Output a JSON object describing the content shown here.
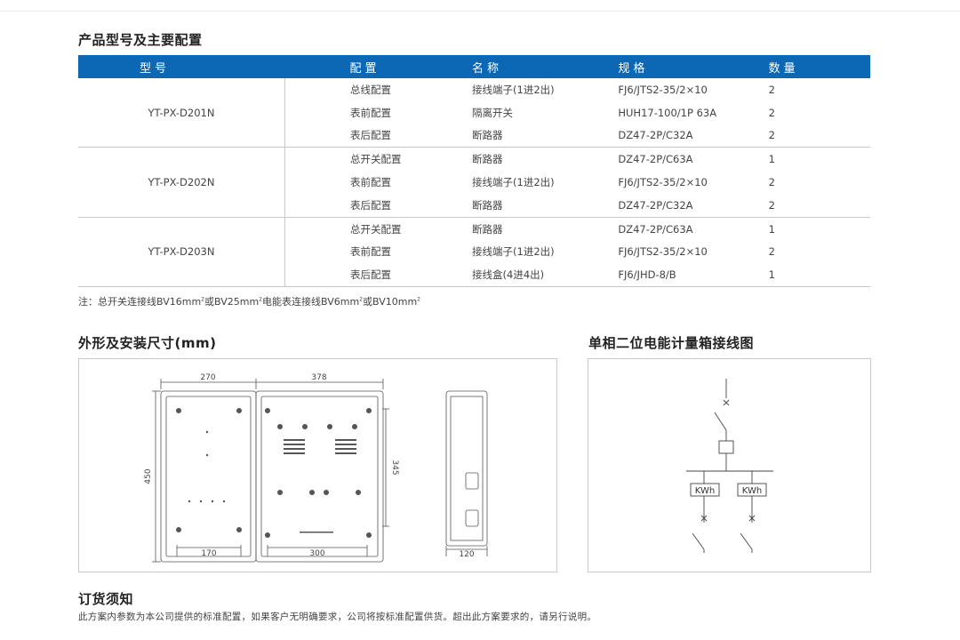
{
  "titles": {
    "product_config": "产品型号及主要配置",
    "dimensions": "外形及安装尺寸(mm)",
    "wiring": "单相二位电能计量箱接线图",
    "order": "订货须知"
  },
  "table": {
    "headers": [
      "型号",
      "配置",
      "名称",
      "规格",
      "数量"
    ],
    "groups": [
      {
        "model": "YT-PX-D201N",
        "rows": [
          {
            "config": "总线配置",
            "name": "接线端子(1进2出)",
            "spec": "FJ6/JTS2-35/2×10",
            "qty": "2"
          },
          {
            "config": "表前配置",
            "name": "隔离开关",
            "spec": "HUH17-100/1P 63A",
            "qty": "2"
          },
          {
            "config": "表后配置",
            "name": "断路器",
            "spec": "DZ47-2P/C32A",
            "qty": "2"
          }
        ]
      },
      {
        "model": "YT-PX-D202N",
        "rows": [
          {
            "config": "总开关配置",
            "name": "断路器",
            "spec": "DZ47-2P/C63A",
            "qty": "1"
          },
          {
            "config": "表前配置",
            "name": "接线端子(1进2出)",
            "spec": "FJ6/JTS2-35/2×10",
            "qty": "2"
          },
          {
            "config": "表后配置",
            "name": "断路器",
            "spec": "DZ47-2P/C32A",
            "qty": "2"
          }
        ]
      },
      {
        "model": "YT-PX-D203N",
        "rows": [
          {
            "config": "总开关配置",
            "name": "断路器",
            "spec": "DZ47-2P/C63A",
            "qty": "1"
          },
          {
            "config": "表前配置",
            "name": "接线端子(1进2出)",
            "spec": "FJ6/JTS2-35/2×10",
            "qty": "2"
          },
          {
            "config": "表后配置",
            "name": "接线盒(4进4出)",
            "spec": "FJ6/JHD-8/B",
            "qty": "1"
          }
        ]
      }
    ]
  },
  "note": {
    "prefix": "注：总开关连接线BV16mm",
    "p2": "或BV25mm",
    "p3": "电能表连接线BV6mm",
    "p4": "或BV10mm",
    "sup": "2"
  },
  "dimensions": {
    "d270": "270",
    "d378": "378",
    "d450": "450",
    "d345": "345",
    "d170": "170",
    "d300": "300",
    "d120": "120"
  },
  "wiring": {
    "meter_label": "KWh"
  },
  "order_text": "此方案内参数为本公司提供的标准配置，如果客户无明确要求，公司将按标准配置供货。超出此方案要求的，请另行说明。",
  "colors": {
    "header_bg": "#0c68b4",
    "line": "#555555"
  }
}
